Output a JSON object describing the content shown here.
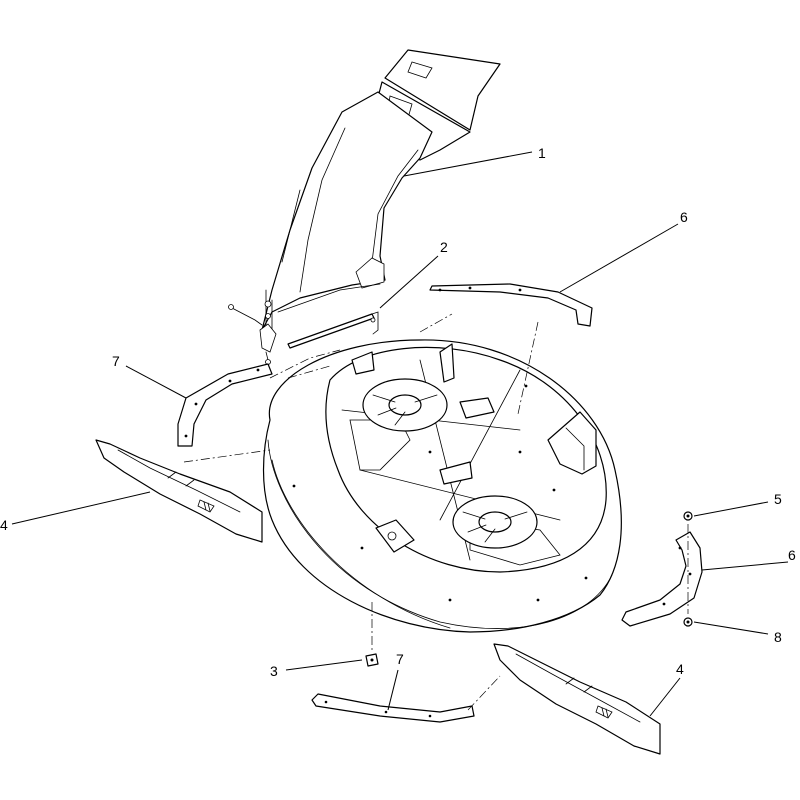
{
  "diagram": {
    "callouts": [
      {
        "id": "c1",
        "label": "1"
      },
      {
        "id": "c2",
        "label": "2"
      },
      {
        "id": "c6a",
        "label": "6"
      },
      {
        "id": "c7a",
        "label": "7"
      },
      {
        "id": "c4a",
        "label": "4"
      },
      {
        "id": "c5",
        "label": "5"
      },
      {
        "id": "c6b",
        "label": "6"
      },
      {
        "id": "c8",
        "label": "8"
      },
      {
        "id": "c3",
        "label": "3"
      },
      {
        "id": "c7b",
        "label": "7"
      },
      {
        "id": "c4b",
        "label": "4"
      }
    ]
  }
}
